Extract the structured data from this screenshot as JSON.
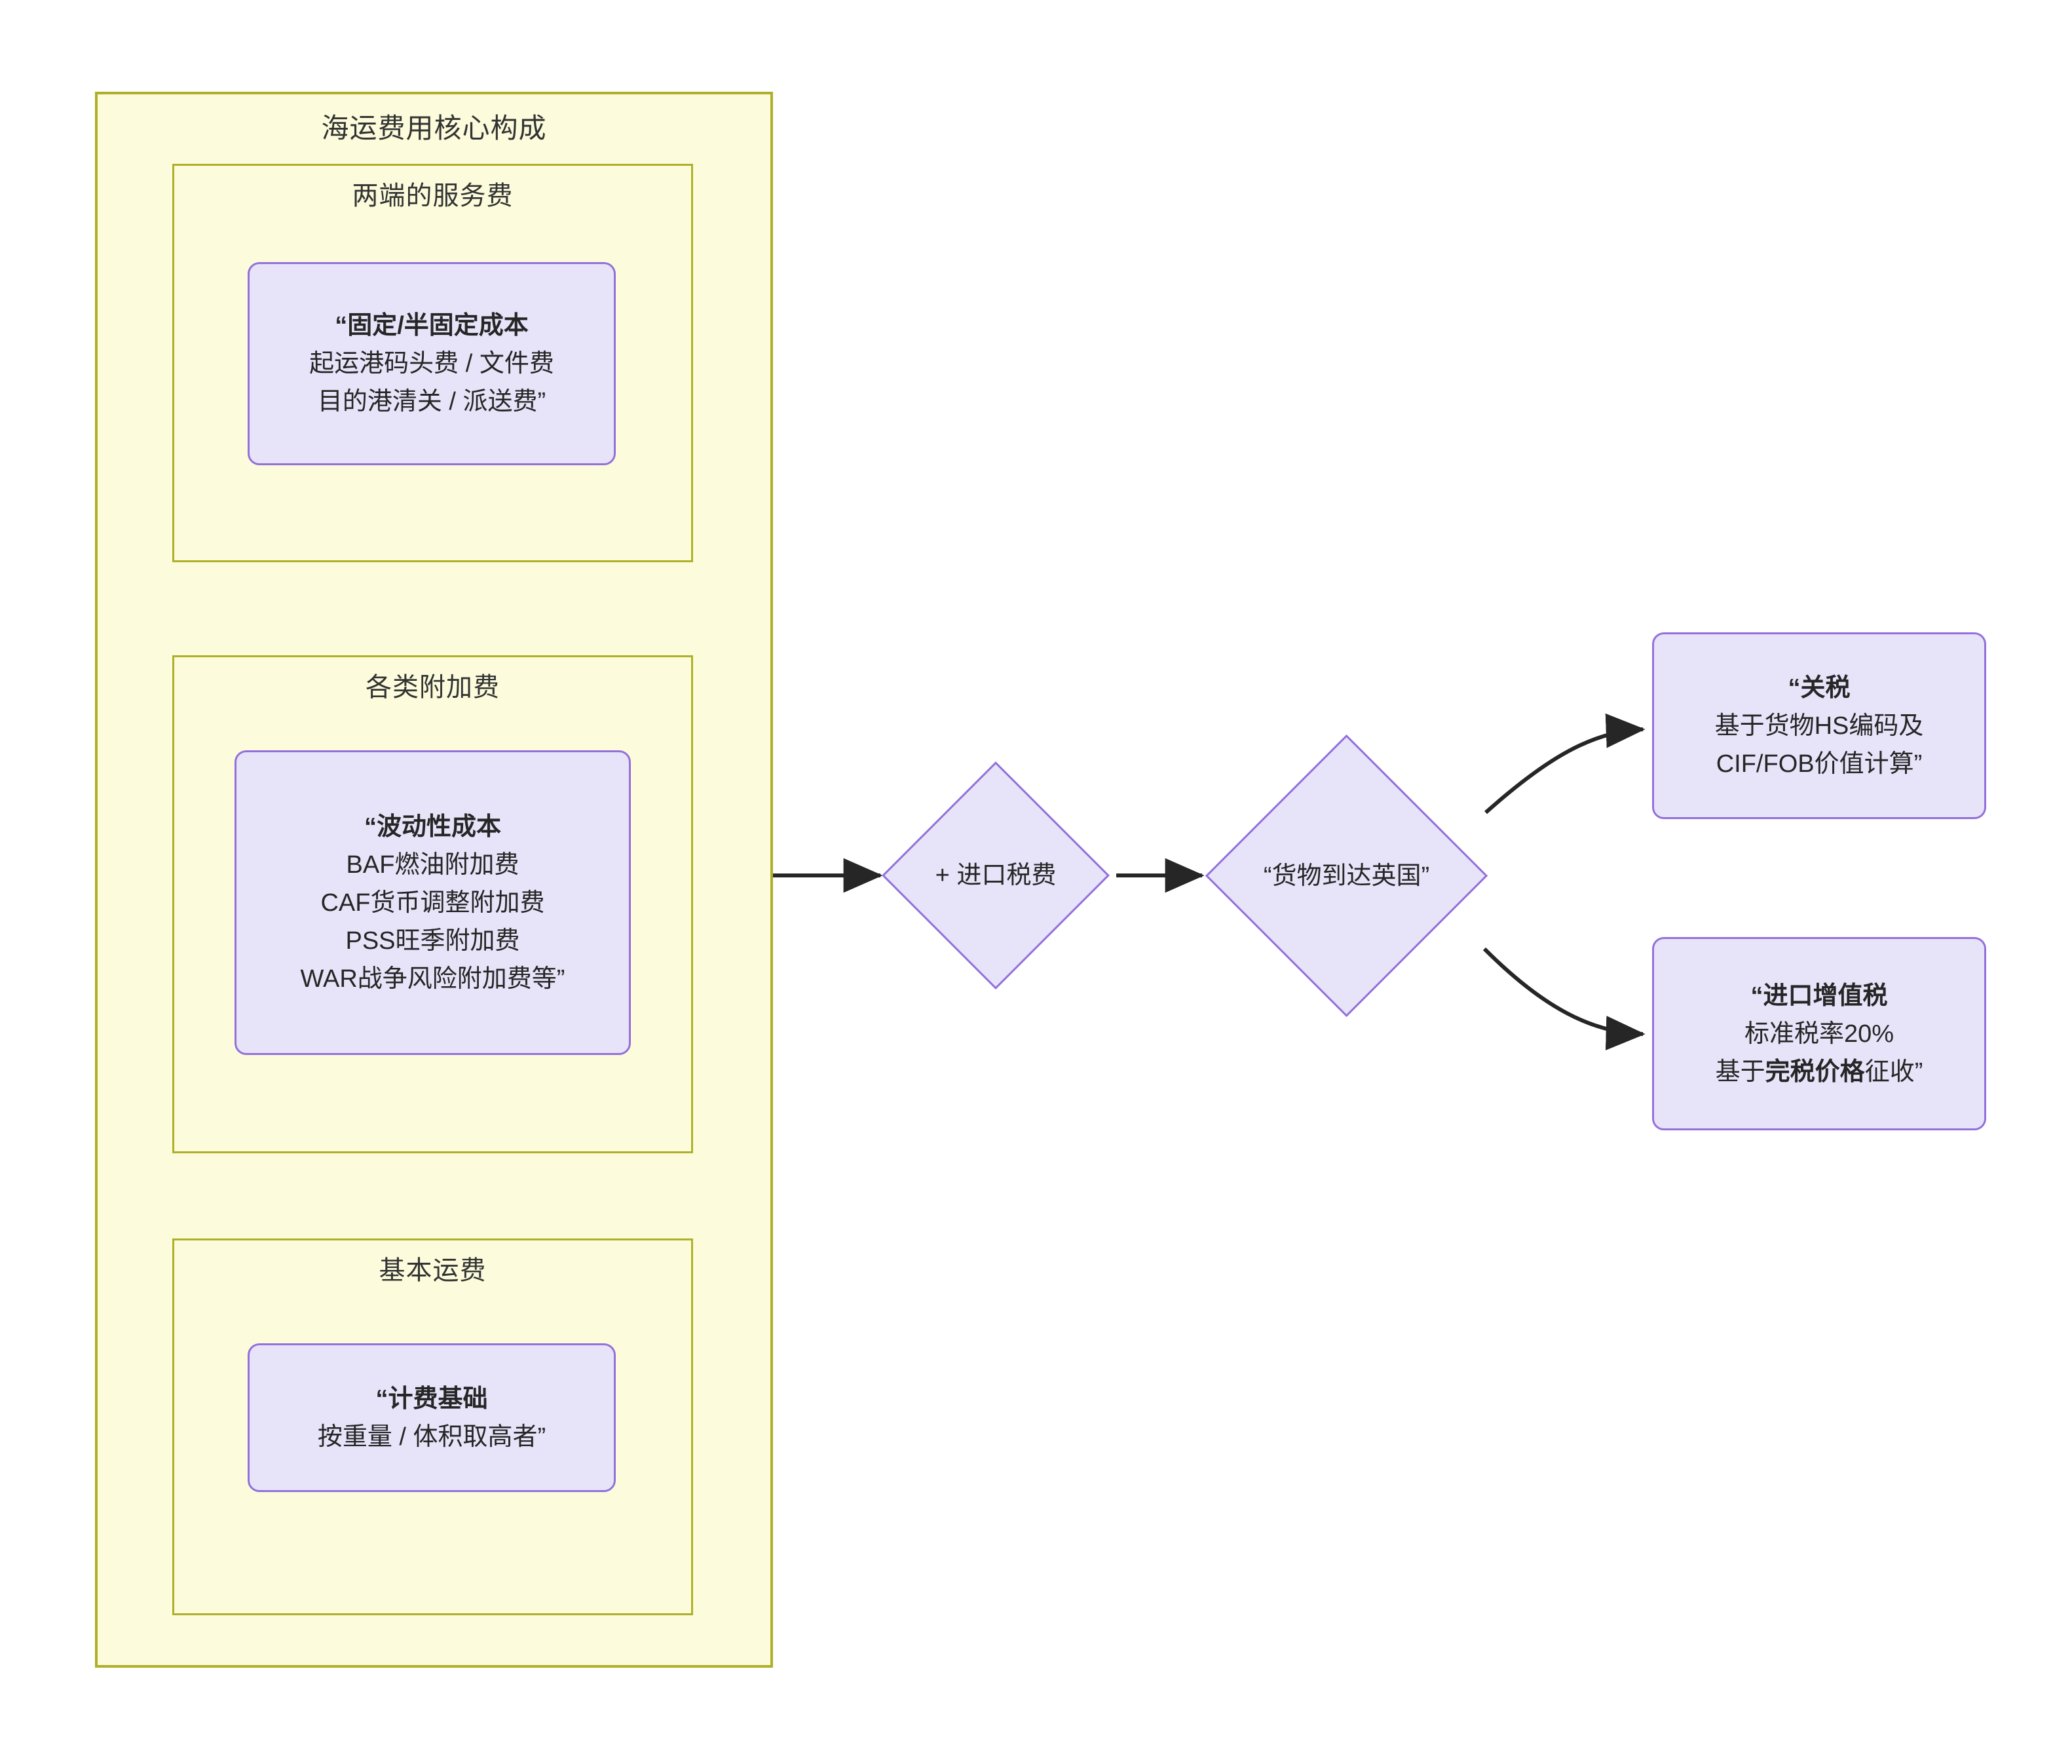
{
  "diagram": {
    "type": "flowchart",
    "background": "#ffffff",
    "colors": {
      "group_fill": "#FCFCDC",
      "group_stroke": "#AFAF2A",
      "node_fill": "#E7E4F9",
      "node_stroke": "#9370DB",
      "edge": "#262626",
      "text": "#262626"
    }
  },
  "outer_group": {
    "title": "海运费用核心构成",
    "subgroups": [
      {
        "title": "两端的服务费",
        "node": {
          "lines": [
            {
              "text": "“固定/半固定成本",
              "bold": true
            },
            {
              "text": "起运港码头费 / 文件费",
              "bold": false
            },
            {
              "text": "目的港清关 / 派送费”",
              "bold": false
            }
          ]
        }
      },
      {
        "title": "各类附加费",
        "node": {
          "lines": [
            {
              "text": "“波动性成本",
              "bold": true
            },
            {
              "text": "BAF燃油附加费",
              "bold": false
            },
            {
              "text": "CAF货币调整附加费",
              "bold": false
            },
            {
              "text": "PSS旺季附加费",
              "bold": false
            },
            {
              "text": "WAR战争风险附加费等”",
              "bold": false
            }
          ]
        }
      },
      {
        "title": "基本运费",
        "node": {
          "lines": [
            {
              "text": "“计费基础",
              "bold": true
            },
            {
              "text": "按重量 / 体积取高者”",
              "bold": false
            }
          ]
        }
      }
    ]
  },
  "decisions": [
    {
      "label": "+ 进口税费"
    },
    {
      "label": "“货物到达英国”"
    }
  ],
  "outcomes": [
    {
      "lines": [
        {
          "text": "“关税",
          "bold": true
        },
        {
          "text": "基于货物HS编码及",
          "bold": false
        },
        {
          "text": "CIF/FOB价值计算”",
          "bold": false
        }
      ]
    },
    {
      "lines": [
        {
          "text": "“进口增值税",
          "bold": true
        },
        {
          "text": "标准税率20%",
          "bold": false
        },
        {
          "text": "基于完税价格征收”",
          "bold": false,
          "bold_span": "完税价格"
        }
      ]
    }
  ],
  "edges": [
    {
      "from": "fee-group",
      "to": "decision-import-tax"
    },
    {
      "from": "decision-import-tax",
      "to": "decision-goods-arrive-uk"
    },
    {
      "from": "decision-goods-arrive-uk",
      "to": "outcome-customs-duty"
    },
    {
      "from": "decision-goods-arrive-uk",
      "to": "outcome-import-vat"
    }
  ]
}
